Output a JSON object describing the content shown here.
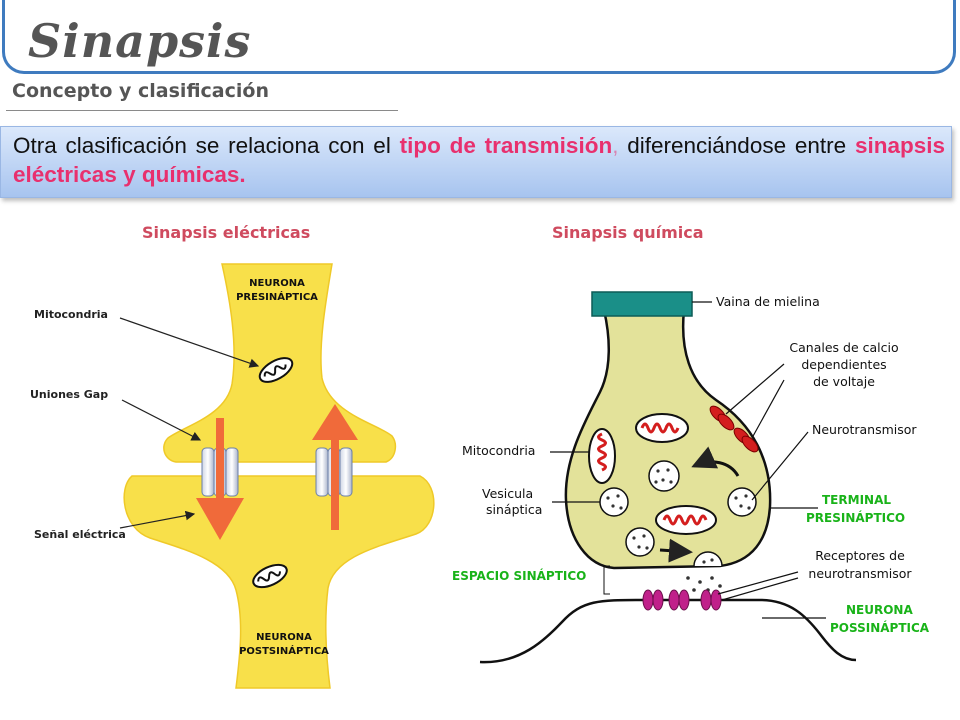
{
  "header": {
    "title": "Sinapsis",
    "subtitle": "Concepto y clasificación"
  },
  "info": {
    "text_before": "Otra clasificación se relaciona con el ",
    "highlight_1": "tipo de transmisión",
    "comma": ",",
    "text_middle": " diferenciándose entre ",
    "highlight_2": "sinapsis eléctricas y químicas."
  },
  "left_diagram": {
    "title": "Sinapsis eléctricas",
    "labels": {
      "mitocondria": "Mitocondria",
      "uniones_gap": "Uniones Gap",
      "senal": "Señal eléctrica",
      "pre_1": "NEURONA",
      "pre_2": "PRESINÁPTICA",
      "post_1": "NEURONA",
      "post_2": "POSTSINÁPTICA"
    }
  },
  "right_diagram": {
    "title": "Sinapsis química",
    "labels": {
      "vaina": "Vaina de mielina",
      "canales_1": "Canales de calcio",
      "canales_2": "dependientes",
      "canales_3": "de voltaje",
      "neurotransmisor": "Neurotransmisor",
      "mitocondria": "Mitocondria",
      "vesicula_1": "Vesicula",
      "vesicula_2": "sináptica",
      "terminal_1": "TERMINAL",
      "terminal_2": "PRESINÁPTICO",
      "espacio": "ESPACIO SINÁPTICO",
      "receptores_1": "Receptores de",
      "receptores_2": "neurotransmisor",
      "neurona_1": "NEURONA",
      "neurona_2": "POSSINÁPTICA"
    }
  },
  "colors": {
    "accent_pink": "#e8306e",
    "title_red": "#cf4b5f",
    "frame_blue": "#3f7bbf",
    "neuron_yellow": "#f8e04a",
    "terminal_olive": "#e3e29a",
    "label_green": "#19b319"
  }
}
